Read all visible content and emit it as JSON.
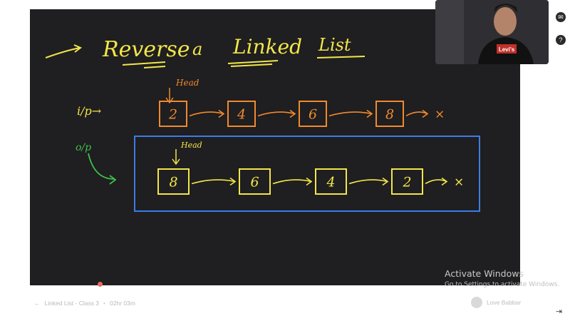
{
  "board": {
    "title_words": [
      "Reverse",
      "a",
      "Linked",
      "List"
    ],
    "input_label": "i/p→",
    "output_label": "o/p",
    "head_label_input": "Head",
    "head_label_output": "Head",
    "input_nodes": [
      "2",
      "4",
      "6",
      "8"
    ],
    "output_nodes": [
      "8",
      "6",
      "4",
      "2"
    ],
    "null_marker": "×",
    "colors": {
      "background": "#1f1e20",
      "title": "#f2e64a",
      "input": "#f08a2e",
      "output": "#f2e64a",
      "output_box": "#3c7ce6",
      "output_label": "#3fbf4a"
    }
  },
  "webcam": {
    "shirt_text": "Levi's"
  },
  "watermark": {
    "title": "Activate Windows",
    "subtitle": "Go to Settings to activate Windows."
  },
  "bottom": {
    "lesson_title": "Linked List - Class 3",
    "duration": "02hr 03m",
    "author": "Love Babbar"
  }
}
